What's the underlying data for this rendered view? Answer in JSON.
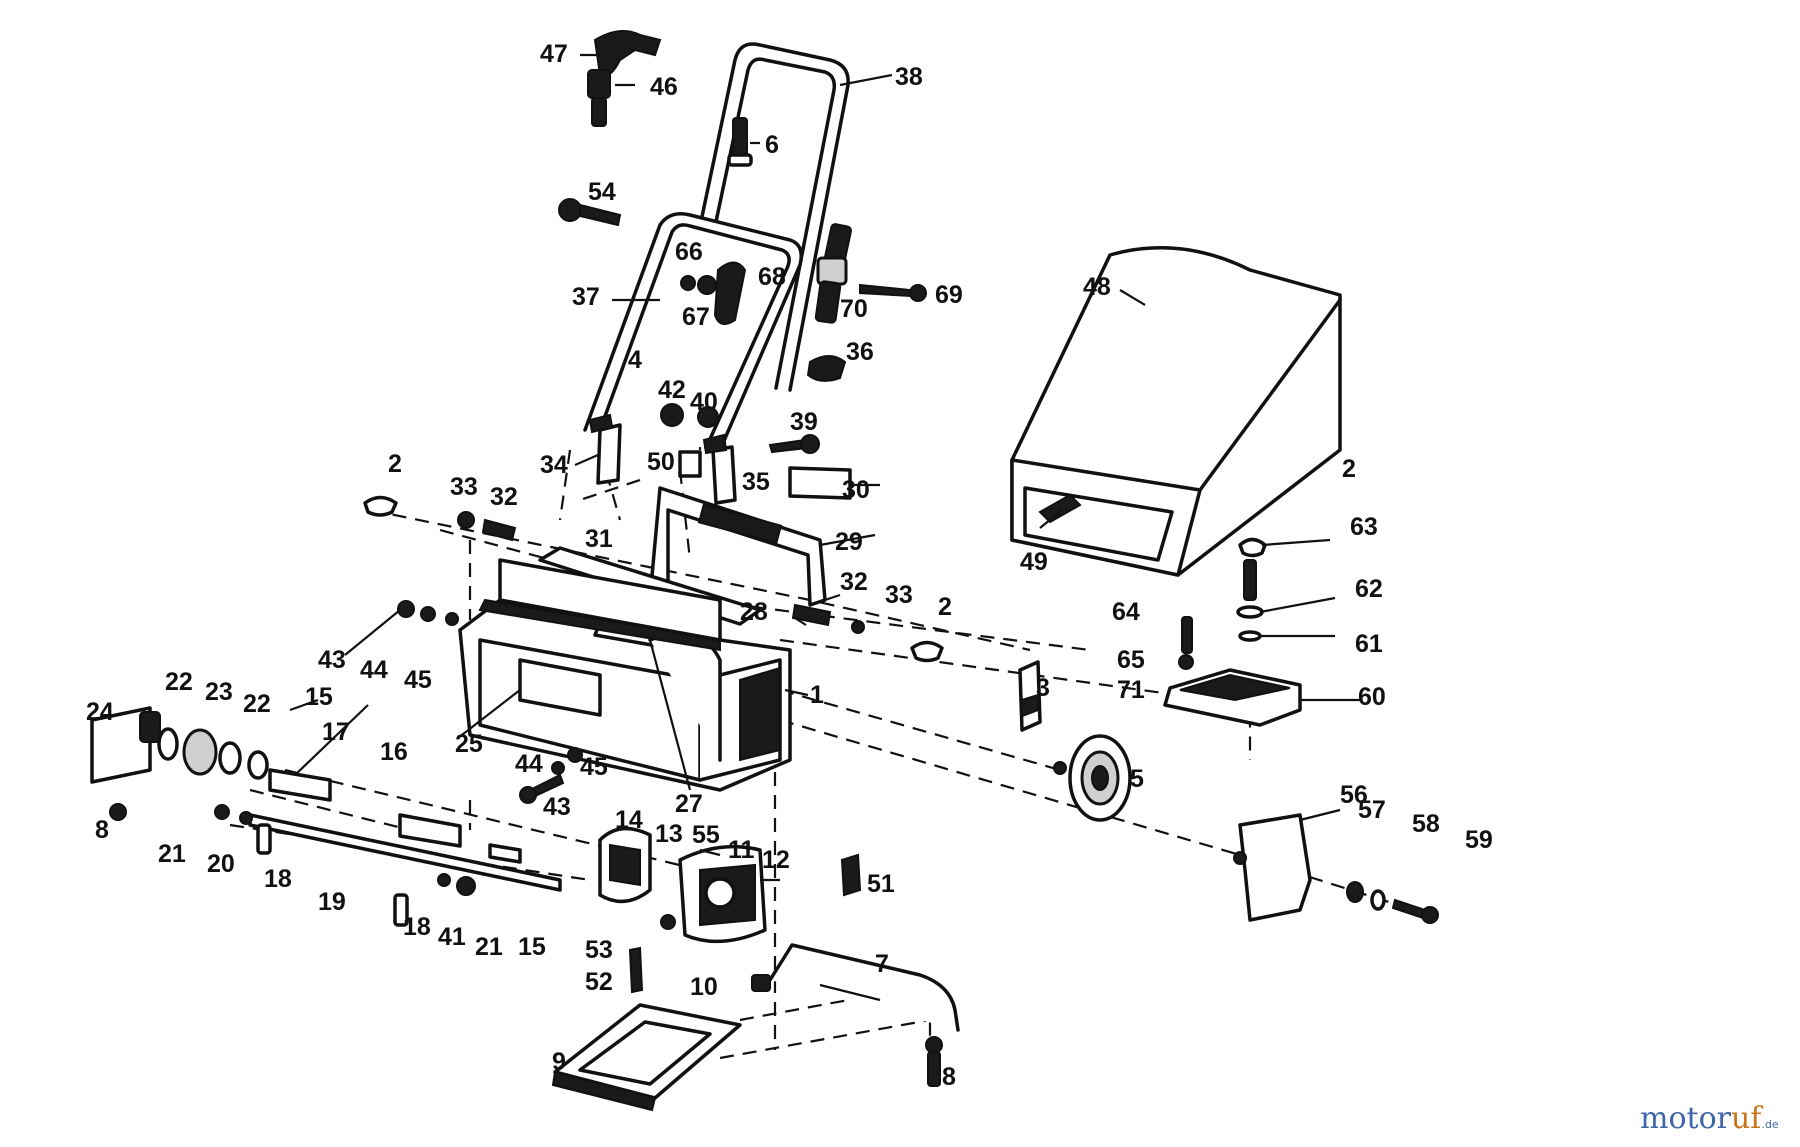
{
  "labels": {
    "n1": "1",
    "n2a": "2",
    "n2b": "2",
    "n2c": "2",
    "n3": "3",
    "n4": "4",
    "n5": "5",
    "n6": "6",
    "n7": "7",
    "n8a": "8",
    "n8b": "8",
    "n9": "9",
    "n10": "10",
    "n11": "11",
    "n12": "12",
    "n13": "13",
    "n14": "14",
    "n15a": "15",
    "n15b": "15",
    "n16": "16",
    "n17": "17",
    "n18a": "18",
    "n18b": "18",
    "n19": "19",
    "n20": "20",
    "n21a": "21",
    "n21b": "21",
    "n22a": "22",
    "n22b": "22",
    "n23": "23",
    "n24": "24",
    "n25": "25",
    "n27": "27",
    "n28": "28",
    "n29": "29",
    "n30": "30",
    "n31": "31",
    "n32a": "32",
    "n32b": "32",
    "n33a": "33",
    "n33b": "33",
    "n34": "34",
    "n35": "35",
    "n36": "36",
    "n37": "37",
    "n38": "38",
    "n39": "39",
    "n40": "40",
    "n41": "41",
    "n42": "42",
    "n43a": "43",
    "n43b": "43",
    "n44a": "44",
    "n44b": "44",
    "n45a": "45",
    "n45b": "45",
    "n46": "46",
    "n47": "47",
    "n48": "48",
    "n49": "49",
    "n50": "50",
    "n51": "51",
    "n52": "52",
    "n53": "53",
    "n54": "54",
    "n55": "55",
    "n56": "56",
    "n57": "57",
    "n58": "58",
    "n59": "59",
    "n60": "60",
    "n61": "61",
    "n62": "62",
    "n63": "63",
    "n64": "64",
    "n65": "65",
    "n66": "66",
    "n67": "67",
    "n68": "68",
    "n69": "69",
    "n70": "70",
    "n71": "71"
  },
  "watermark": {
    "brand": "motor",
    "brand_accent": "uf",
    "suffix": ".de"
  },
  "colors": {
    "ink": "#111111",
    "watermark_blue": "#3f66a8",
    "watermark_orange": "#c8741d"
  }
}
